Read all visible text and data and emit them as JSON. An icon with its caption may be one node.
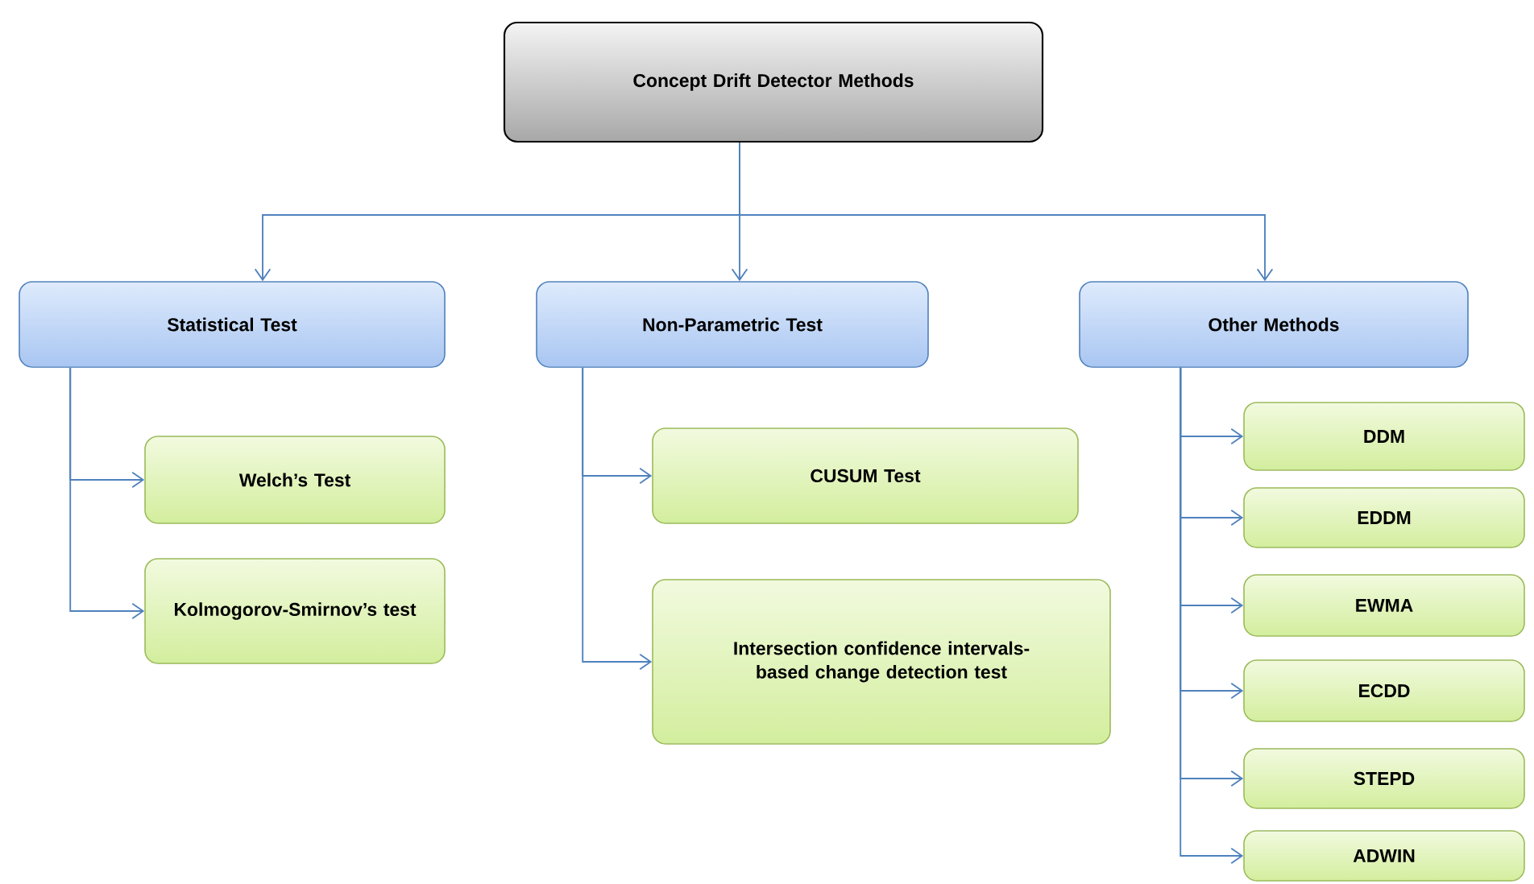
{
  "diagram": {
    "nodes": [
      {
        "text": [
          "Concept Drift Detector Methods"
        ]
      },
      {
        "text": [
          "Statistical Test"
        ]
      },
      {
        "text": [
          "Non-Parametric Test"
        ]
      },
      {
        "text": [
          "Other Methods"
        ]
      },
      {
        "text": [
          "Welch’s Test"
        ]
      },
      {
        "text": [
          "Kolmogorov-Smirnov’s test"
        ]
      },
      {
        "text": [
          "CUSUM Test"
        ]
      },
      {
        "text": [
          "Intersection confidence intervals-based change detection test"
        ]
      },
      {
        "text": [
          "DDM"
        ]
      },
      {
        "text": [
          "EDDM"
        ]
      },
      {
        "text": [
          "EWMA"
        ]
      },
      {
        "text": [
          "ECDD"
        ]
      },
      {
        "text": [
          "STEPD"
        ]
      },
      {
        "text": [
          "ADWIN"
        ]
      }
    ],
    "edges": [
      {
        "from": 0,
        "to": 1,
        "arrow": "to"
      },
      {
        "from": 0,
        "to": 2,
        "arrow": "to"
      },
      {
        "from": 0,
        "to": 3,
        "arrow": "to"
      },
      {
        "from": 1,
        "to": 4,
        "arrow": "to"
      },
      {
        "from": 1,
        "to": 5,
        "arrow": "to"
      },
      {
        "from": 2,
        "to": 6,
        "arrow": "to"
      },
      {
        "from": 2,
        "to": 7,
        "arrow": "to"
      },
      {
        "from": 3,
        "to": 8,
        "arrow": "to"
      },
      {
        "from": 3,
        "to": 9,
        "arrow": "to"
      },
      {
        "from": 3,
        "to": 10,
        "arrow": "to"
      },
      {
        "from": 3,
        "to": 11,
        "arrow": "to"
      },
      {
        "from": 3,
        "to": 12,
        "arrow": "to"
      },
      {
        "from": 3,
        "to": 13,
        "arrow": "to"
      }
    ]
  }
}
